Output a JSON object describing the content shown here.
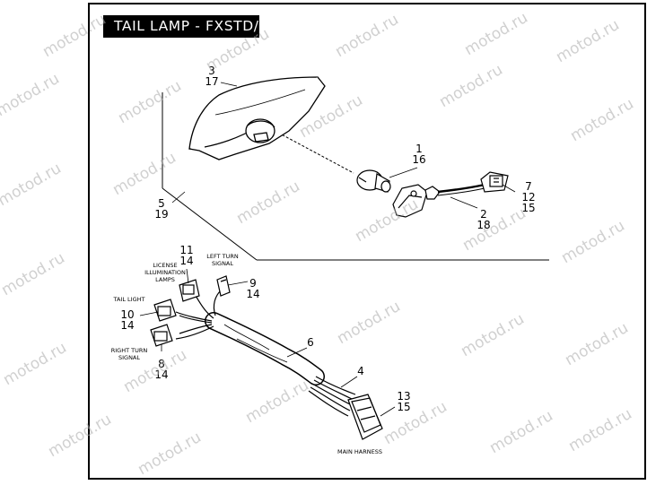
{
  "title": "TAIL LAMP - FXSTD/I",
  "watermark": "motod.ru",
  "callouts": {
    "c1": [
      "1",
      "16"
    ],
    "c2": [
      "2",
      "18"
    ],
    "c3": [
      "3",
      "17"
    ],
    "c4": [
      "4"
    ],
    "c5": [
      "5",
      "19"
    ],
    "c6": [
      "6"
    ],
    "c7": [
      "7",
      "12",
      "15"
    ],
    "c8": [
      "8",
      "14"
    ],
    "c9": [
      "9",
      "14"
    ],
    "c10": [
      "10",
      "14"
    ],
    "c11": [
      "11",
      "14"
    ],
    "c13": [
      "13",
      "15"
    ]
  },
  "labels": {
    "license": [
      "LICENSE",
      "ILLUMINATION",
      "LAMPS"
    ],
    "left_turn": [
      "LEFT TURN",
      "SIGNAL"
    ],
    "tail_light": [
      "TAIL LIGHT"
    ],
    "right_turn": [
      "RIGHT TURN",
      "SIGNAL"
    ],
    "main_harness": [
      "MAIN HARNESS"
    ]
  }
}
